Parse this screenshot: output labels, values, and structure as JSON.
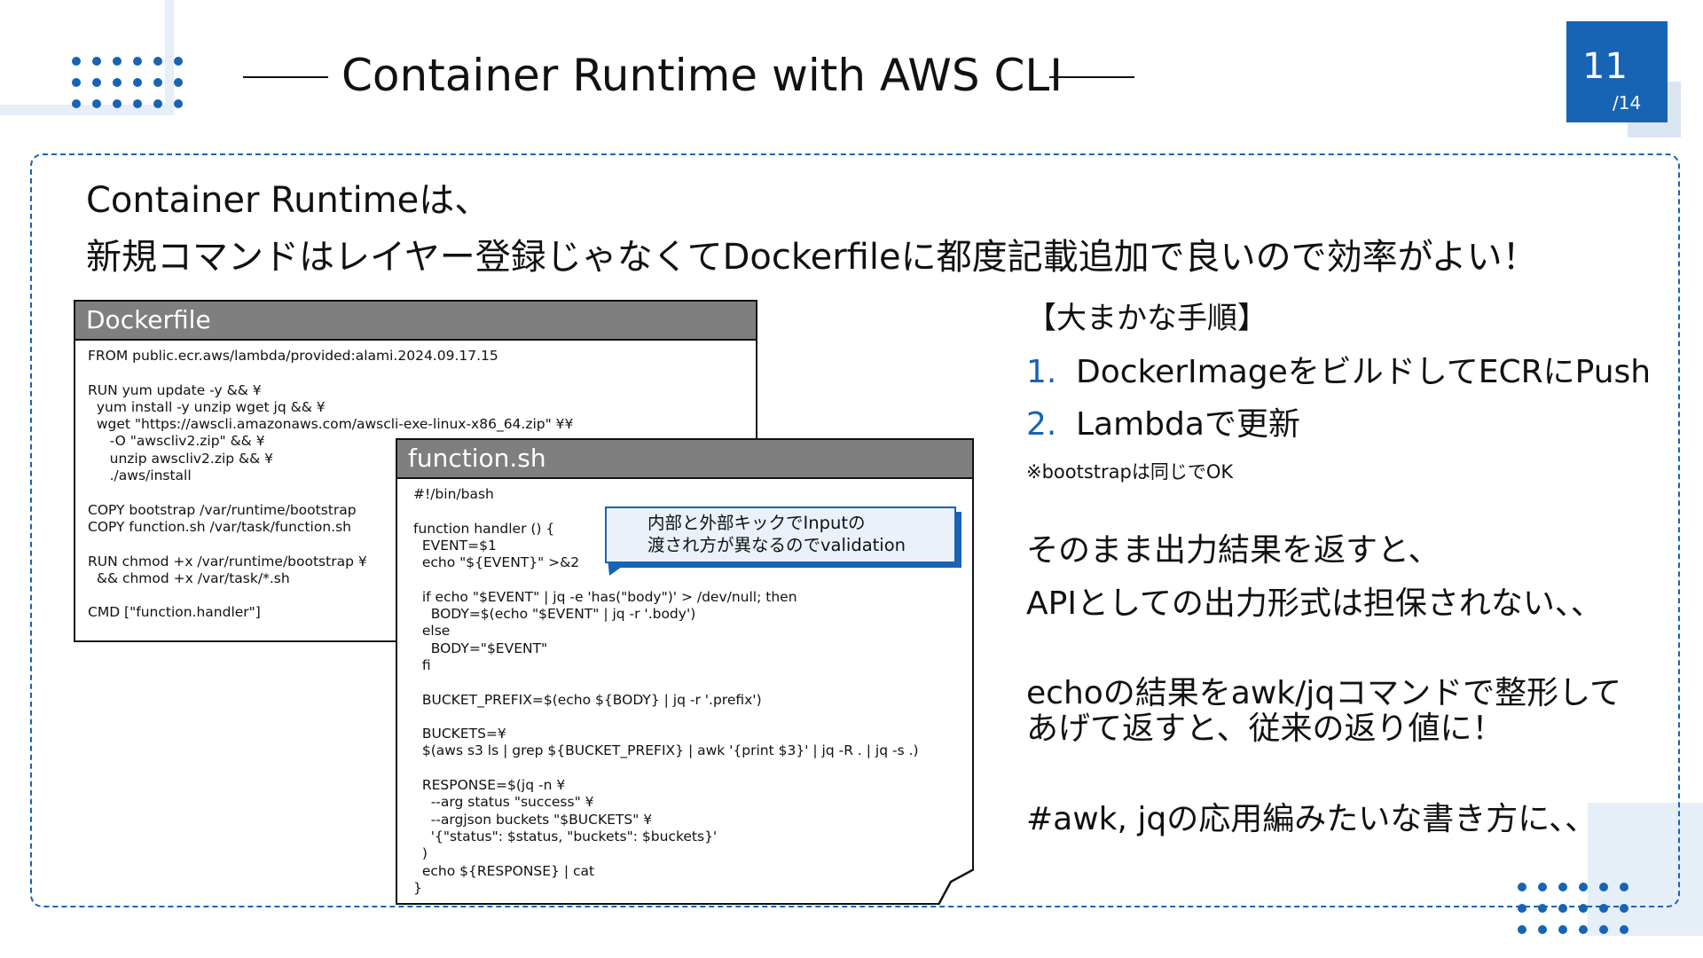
{
  "header": {
    "title": "Container Runtime with AWS CLI",
    "page_current": "11",
    "page_total": "/14"
  },
  "lead": {
    "line1": "Container Runtimeは、",
    "line2": "新規コマンドはレイヤー登録じゃなくてDockerfileに都度記載追加で良いので効率がよい！"
  },
  "dockerfile": {
    "title": "Dockerfile",
    "code": "FROM public.ecr.aws/lambda/provided:alami.2024.09.17.15\n\nRUN yum update -y && ¥\n  yum install -y unzip wget jq && ¥\n  wget \"https://awscli.amazonaws.com/awscli-exe-linux-x86_64.zip\" ¥¥\n     -O \"awscliv2.zip\" && ¥\n     unzip awscliv2.zip && ¥\n     ./aws/install\n\nCOPY bootstrap /var/runtime/bootstrap\nCOPY function.sh /var/task/function.sh\n\nRUN chmod +x /var/runtime/bootstrap ¥\n  && chmod +x /var/task/*.sh\n\nCMD [\"function.handler\"]"
  },
  "function_sh": {
    "title": "function.sh",
    "code": "#!/bin/bash\n\nfunction handler () {\n  EVENT=$1\n  echo \"${EVENT}\" >&2\n\n  if echo \"$EVENT\" | jq -e 'has(\"body\")' > /dev/null; then\n    BODY=$(echo \"$EVENT\" | jq -r '.body')\n  else\n    BODY=\"$EVENT\"\n  fi\n\n  BUCKET_PREFIX=$(echo ${BODY} | jq -r '.prefix')\n\n  BUCKETS=¥\n  $(aws s3 ls | grep ${BUCKET_PREFIX} | awk '{print $3}' | jq -R . | jq -s .)\n\n  RESPONSE=$(jq -n ¥\n    --arg status \"success\" ¥\n    --argjson buckets \"$BUCKETS\" ¥\n    '{\"status\": $status, \"buckets\": $buckets}'\n  )\n  echo ${RESPONSE} | cat\n}"
  },
  "callout": {
    "text": "内部と外部キックでInputの\n渡され方が異なるのでvalidation"
  },
  "steps": {
    "title": "【大まかな手順】",
    "items": [
      {
        "num": "1.",
        "text": "DockerImageをビルドしてECRにPush"
      },
      {
        "num": "2.",
        "text": "Lambdaで更新"
      }
    ],
    "note": "※bootstrapは同じでOK"
  },
  "notes": {
    "p1": "そのまま出力結果を返すと、",
    "p2": "APIとしての出力形式は担保されない、、",
    "p3_line1": "echoの結果をawk/jqコマンドで整形して",
    "p3_line2": "あげて返すと、従来の返り値に！",
    "p4": "#awk, jqの応用編みたいな書き方に、、"
  },
  "colors": {
    "accent": "#1763b4",
    "window_header": "#7f7f7f",
    "callout_bg": "#eaf1fa",
    "decor_light": "#e6eef8"
  }
}
